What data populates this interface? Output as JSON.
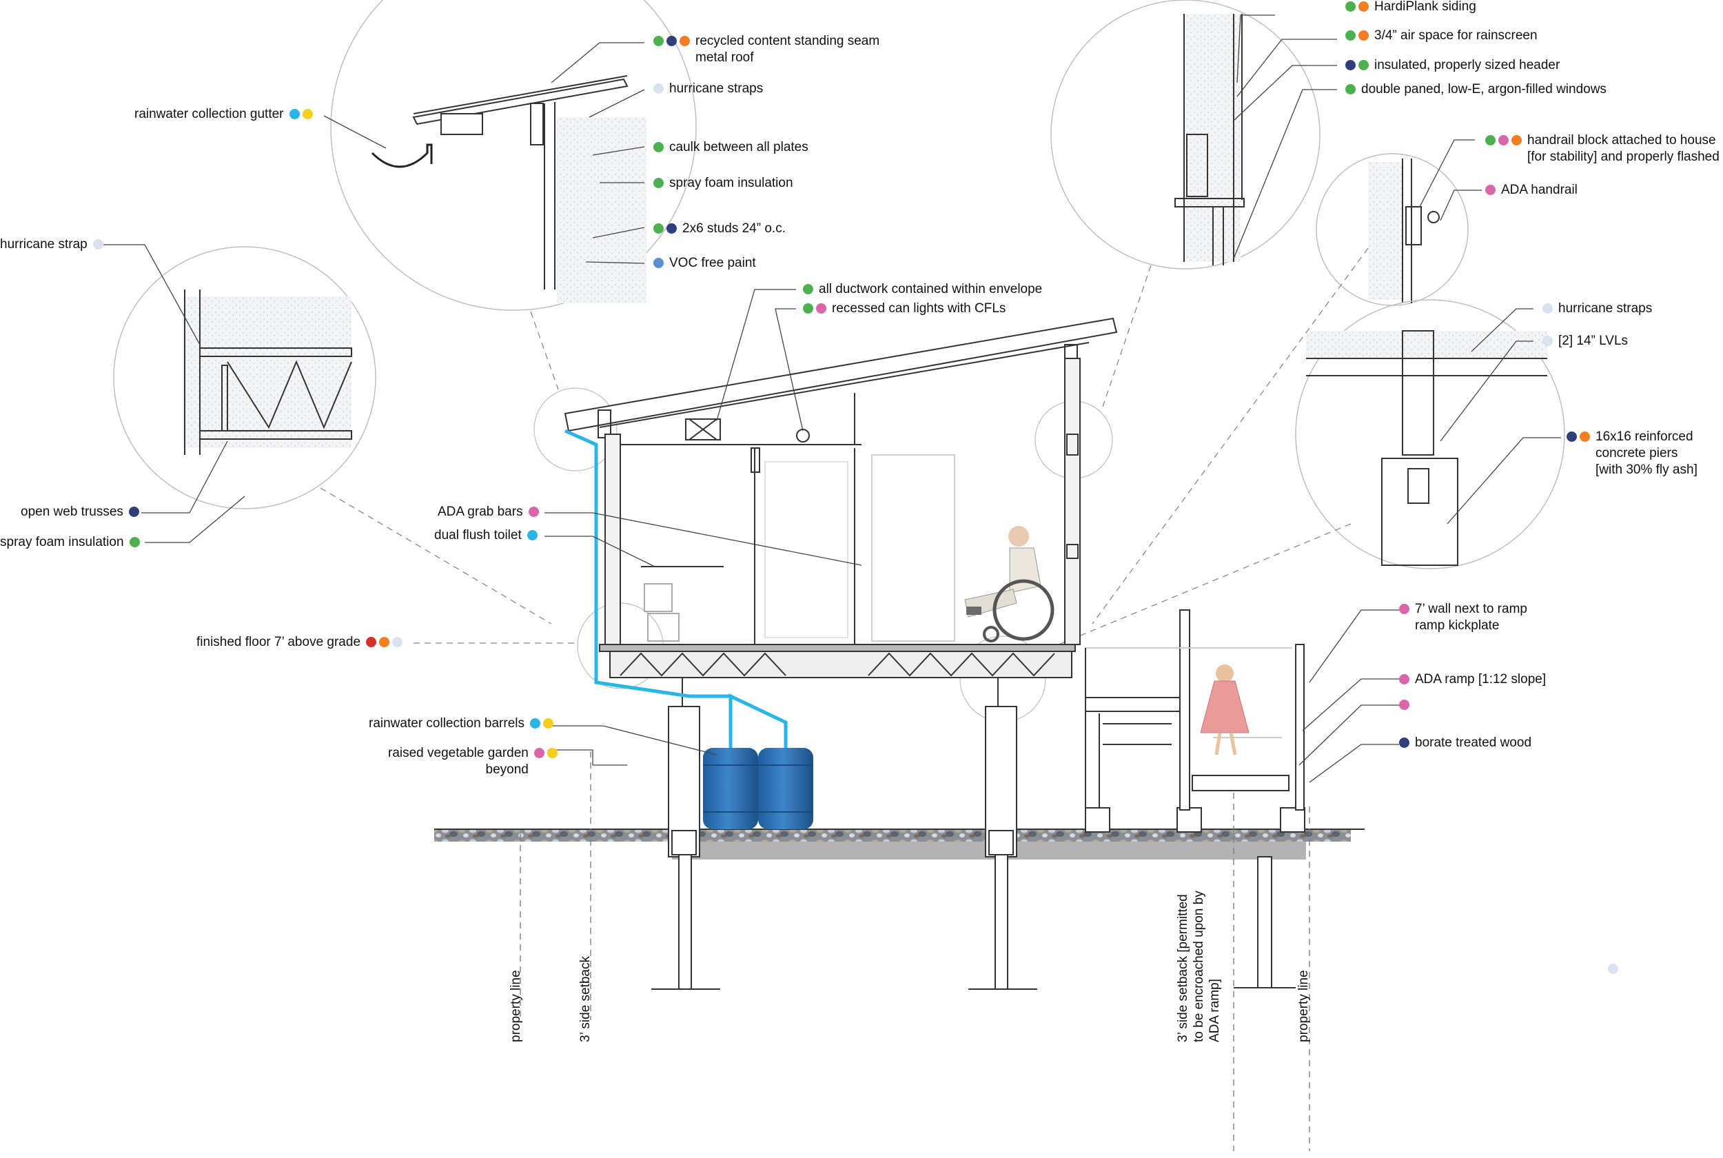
{
  "palette": {
    "green": "#4caf50",
    "navy": "#2e3f7c",
    "orange": "#f57c1f",
    "lightblue": "#d8e2f1",
    "cyan": "#29b6e6",
    "yellow": "#f5cf1c",
    "pink": "#d966a8",
    "red": "#d62d2d",
    "blue": "#5b8fd1",
    "pipe": "#29b6e6",
    "barrel": "#2f72b8"
  },
  "labels": [
    {
      "id": "roof",
      "lines": [
        "recycled content standing seam",
        "metal roof"
      ],
      "dots": [
        "green",
        "navy",
        "orange"
      ]
    },
    {
      "id": "hurricane-straps-top",
      "lines": [
        "hurricane straps"
      ],
      "dots": [
        "lightblue"
      ]
    },
    {
      "id": "gutter",
      "lines": [
        "rainwater collection gutter"
      ],
      "dots": [
        "cyan",
        "yellow"
      ]
    },
    {
      "id": "caulk",
      "lines": [
        "caulk between all plates"
      ],
      "dots": [
        "green"
      ]
    },
    {
      "id": "spray-foam-top",
      "lines": [
        "spray foam insulation"
      ],
      "dots": [
        "green"
      ]
    },
    {
      "id": "studs",
      "lines": [
        "2x6 studs 24” o.c."
      ],
      "dots": [
        "green",
        "navy"
      ]
    },
    {
      "id": "paint",
      "lines": [
        "VOC free paint"
      ],
      "dots": [
        "blue"
      ]
    },
    {
      "id": "hurricane-strap-left",
      "lines": [
        "hurricane strap"
      ],
      "dots": [
        "lightblue"
      ]
    },
    {
      "id": "trusses",
      "lines": [
        "open web trusses"
      ],
      "dots": [
        "navy"
      ]
    },
    {
      "id": "spray-foam-left",
      "lines": [
        "spray foam insulation"
      ],
      "dots": [
        "green"
      ]
    },
    {
      "id": "ductwork",
      "lines": [
        "all ductwork contained within envelope"
      ],
      "dots": [
        "green"
      ]
    },
    {
      "id": "can-lights",
      "lines": [
        "recessed can lights with CFLs"
      ],
      "dots": [
        "green",
        "pink"
      ]
    },
    {
      "id": "grab-bars",
      "lines": [
        "ADA grab bars"
      ],
      "dots": [
        "pink"
      ]
    },
    {
      "id": "toilet",
      "lines": [
        "dual flush toilet"
      ],
      "dots": [
        "cyan"
      ]
    },
    {
      "id": "floor",
      "lines": [
        "finished floor 7’ above grade"
      ],
      "dots": [
        "red",
        "orange",
        "lightblue"
      ]
    },
    {
      "id": "barrels",
      "lines": [
        "rainwater collection barrels"
      ],
      "dots": [
        "cyan",
        "yellow"
      ]
    },
    {
      "id": "garden",
      "lines": [
        "raised vegetable garden",
        "beyond"
      ],
      "dots": [
        "pink",
        "yellow"
      ]
    },
    {
      "id": "hardiplank",
      "lines": [
        "HardiPlank siding"
      ],
      "dots": [
        "green",
        "orange"
      ]
    },
    {
      "id": "airspace",
      "lines": [
        "3/4” air space for rainscreen"
      ],
      "dots": [
        "green",
        "orange"
      ]
    },
    {
      "id": "header",
      "lines": [
        "insulated, properly sized header"
      ],
      "dots": [
        "navy",
        "green"
      ]
    },
    {
      "id": "windows",
      "lines": [
        "double paned, low-E, argon-filled windows"
      ],
      "dots": [
        "green"
      ]
    },
    {
      "id": "handrail-block",
      "lines": [
        "handrail block attached to house",
        "[for stability] and properly flashed"
      ],
      "dots": [
        "green",
        "pink",
        "orange"
      ]
    },
    {
      "id": "ada-handrail",
      "lines": [
        "ADA handrail"
      ],
      "dots": [
        "pink"
      ]
    },
    {
      "id": "hurricane-straps-right",
      "lines": [
        "hurricane straps"
      ],
      "dots": [
        "lightblue"
      ]
    },
    {
      "id": "lvls",
      "lines": [
        "[2] 14” LVLs"
      ],
      "dots": [
        "lightblue"
      ]
    },
    {
      "id": "piers",
      "lines": [
        "16x16 reinforced",
        "concrete piers",
        "[with 30% fly ash]"
      ],
      "dots": [
        "navy",
        "orange"
      ]
    },
    {
      "id": "wall-ramp",
      "lines": [
        "7’ wall next to ramp",
        "ramp kickplate"
      ],
      "dots": [
        "pink"
      ]
    },
    {
      "id": "ada-ramp",
      "lines": [
        "ADA ramp [1:12 slope]"
      ],
      "dots": [
        "pink"
      ]
    },
    {
      "id": "blank-pink",
      "lines": [
        ""
      ],
      "dots": [
        "pink"
      ]
    },
    {
      "id": "borate",
      "lines": [
        "borate treated wood"
      ],
      "dots": [
        "navy"
      ]
    },
    {
      "id": "stray-dot",
      "lines": [
        ""
      ],
      "dots": [
        "lightblue"
      ]
    }
  ],
  "vertical_labels": [
    {
      "id": "property-line-left",
      "lines": [
        "property line"
      ]
    },
    {
      "id": "setback-left",
      "lines": [
        "3’ side setback"
      ]
    },
    {
      "id": "setback-right",
      "lines": [
        "3’ side setback [permitted",
        "to be encroached upon by",
        "ADA ramp]"
      ]
    },
    {
      "id": "property-line-right",
      "lines": [
        "property line"
      ]
    }
  ]
}
